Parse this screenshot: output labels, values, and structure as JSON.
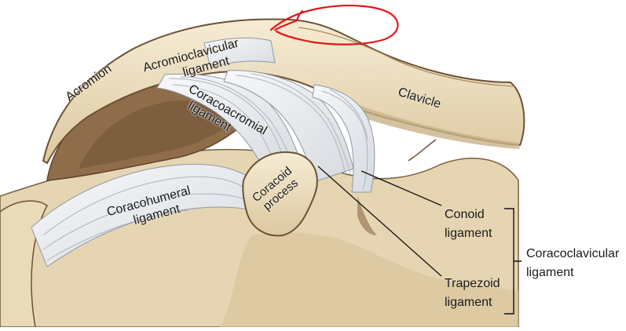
{
  "labels": {
    "acromion": "Acromion",
    "acromioclavicular_ligament": [
      "Acromioclavicular",
      "ligament"
    ],
    "clavicle": "Clavicle",
    "coracoacromial_ligament": [
      "Coracoacromial",
      "ligament"
    ],
    "coracohumeral_ligament": [
      "Coracohumeral",
      "ligament"
    ],
    "coracoid_process": [
      "Coracoid",
      "process"
    ],
    "conoid_ligament": [
      "Conoid",
      "ligament"
    ],
    "trapezoid_ligament": [
      "Trapezoid",
      "ligament"
    ],
    "coracoclavicular_ligament": [
      "Coracoclavicular",
      "ligament"
    ]
  },
  "colors": {
    "bone_fill": "#efe2c4",
    "bone_shade": "#c9b38a",
    "bone_outline": "#6b5234",
    "dark_cavity": "#8a6a48",
    "ligament_fill": "#e9ecef",
    "ligament_fiber": "#b9c2cb",
    "annotation_circle": "#e01818",
    "leader_lines": "#111111"
  }
}
